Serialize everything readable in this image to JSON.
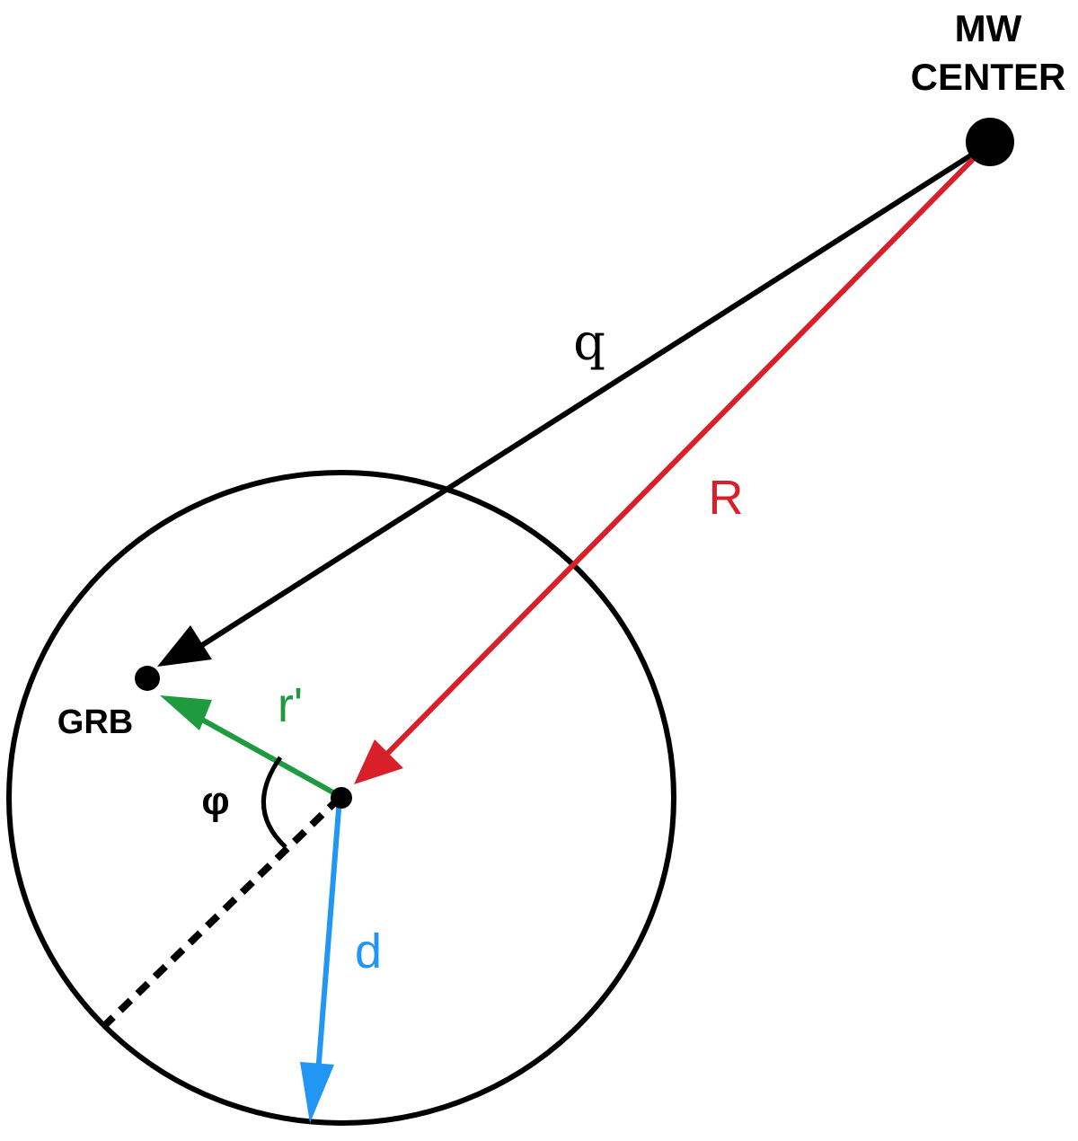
{
  "labels": {
    "mw_center_line1": "MW",
    "mw_center_line2": "CENTER",
    "grb": "GRB",
    "q": "q",
    "R": "R",
    "r_prime": "r'",
    "phi": "φ",
    "d": "d"
  },
  "colors": {
    "black": "#000000",
    "red": "#d81f2a",
    "green": "#1f9a3f",
    "blue": "#2196f3"
  }
}
